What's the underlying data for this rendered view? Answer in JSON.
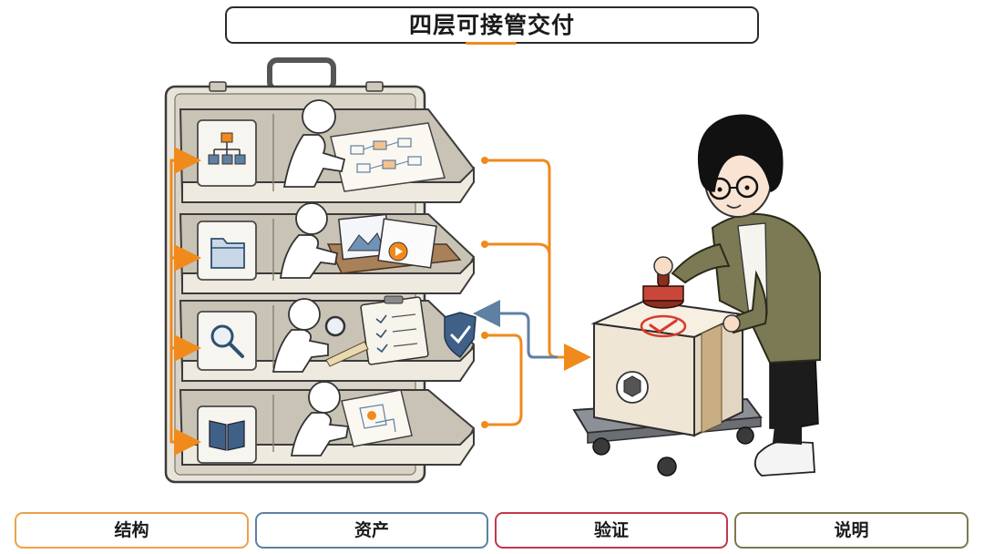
{
  "title": "四层可接管交付",
  "labels": [
    {
      "text": "结构",
      "color": "#f0a04a"
    },
    {
      "text": "资产",
      "color": "#5f7fa3"
    },
    {
      "text": "验证",
      "color": "#c0394b"
    },
    {
      "text": "说明",
      "color": "#7c7a4a"
    }
  ],
  "layers": [
    {
      "icon": "hierarchy-icon"
    },
    {
      "icon": "folder-icon"
    },
    {
      "icon": "magnifier-icon"
    },
    {
      "icon": "book-icon"
    }
  ],
  "colors": {
    "accent": "#f08a1c",
    "return_arrow": "#5f7fa3",
    "stamp": "#d83a2a"
  }
}
